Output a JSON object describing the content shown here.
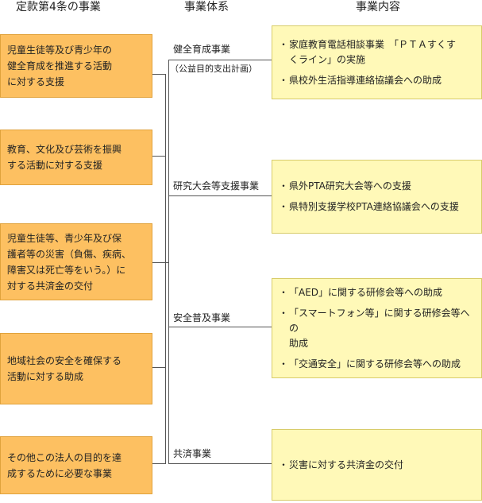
{
  "headers": {
    "col1": "定款第4条の事業",
    "col2": "事業体系",
    "col3": "事業内容"
  },
  "articles": [
    {
      "text": "児童生徒等及び青少年の\n健全育成を推進する活動\nに対する支援"
    },
    {
      "text": "教育、文化及び芸術を振興\nする活動に対する支援"
    },
    {
      "text": "児童生徒等、青少年及び保\n護者等の災害（負傷、疾病、\n障害又は死亡等をいう。）に\n対する共済金の交付"
    },
    {
      "text": "地域社会の安全を確保する\n活動に対する助成"
    },
    {
      "text": "その他この法人の目的を達\n成するために必要な事業"
    }
  ],
  "categories": [
    {
      "name": "健全育成事業",
      "sub": "（公益目的支出計画）"
    },
    {
      "name": "研究大会等支援事業"
    },
    {
      "name": "安全普及事業"
    },
    {
      "name": "共済事業"
    }
  ],
  "contents": [
    {
      "items": [
        {
          "bullet": "・",
          "text": "家庭教育電話相談事業　「ＰＴＡすくす\nくライン」の実施"
        },
        {
          "bullet": "・",
          "text": "県校外生活指導連絡協議会への助成"
        }
      ]
    },
    {
      "items": [
        {
          "bullet": "・",
          "text": "県外PTA研究大会等への支援"
        },
        {
          "bullet": "・",
          "text": "県特別支援学校PTA連絡協議会への支援"
        }
      ]
    },
    {
      "items": [
        {
          "bullet": "・",
          "text": "「AED」に関する研修会等への助成"
        },
        {
          "bullet": "・",
          "text": "「スマートフォン等」に関する研修会等への\n助成"
        },
        {
          "bullet": "・",
          "text": "「交通安全」に関する研修会等への助成"
        }
      ]
    },
    {
      "items": [
        {
          "bullet": "・",
          "text": "災害に対する共済金の交付"
        }
      ]
    }
  ]
}
